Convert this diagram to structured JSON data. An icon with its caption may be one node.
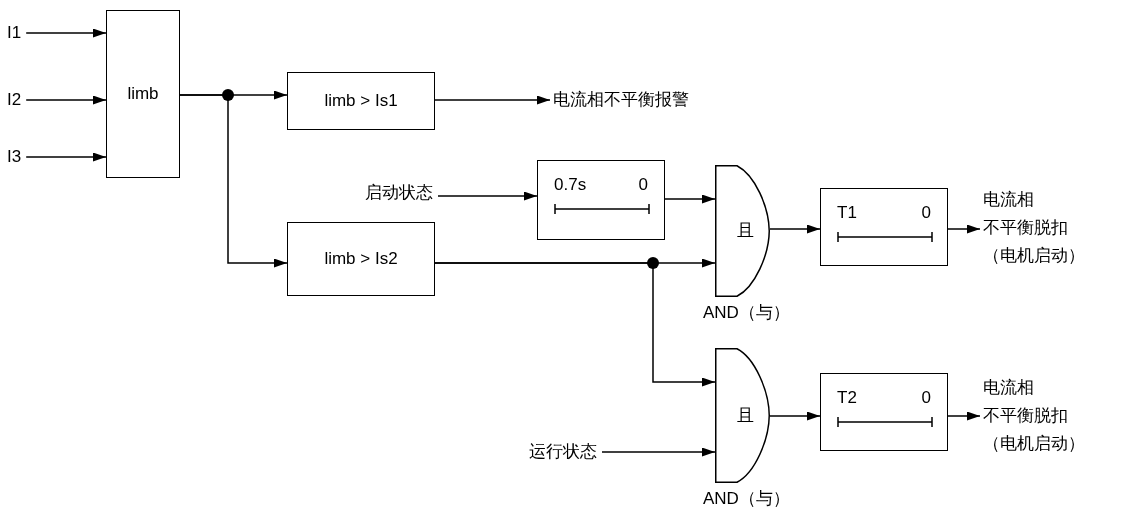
{
  "diagram": {
    "nodes": [
      {
        "text": [
          "I1"
        ]
      },
      {
        "text": [
          "I2"
        ]
      },
      {
        "text": [
          "I3"
        ]
      },
      {
        "text": [
          "limb"
        ]
      },
      {
        "text": [
          "limb > Is1"
        ]
      },
      {
        "text": [
          "电流相不平衡报警"
        ]
      },
      {
        "text": [
          "启动状态"
        ]
      },
      {
        "text": [
          "0.7s",
          "0"
        ]
      },
      {
        "text": [
          "limb > Is2"
        ]
      },
      {
        "text": [
          "且"
        ],
        "beside": [
          "AND（与）"
        ]
      },
      {
        "text": [
          "T1",
          "0"
        ]
      },
      {
        "text": [
          "电流相不平衡脱扣（电机启动）"
        ]
      },
      {
        "text": [
          "运行状态"
        ]
      },
      {
        "text": [
          "且"
        ],
        "beside": [
          "AND（与）"
        ]
      },
      {
        "text": [
          "T2",
          "0"
        ]
      },
      {
        "text": [
          "电流相不平衡脱扣（电机启动）"
        ]
      }
    ],
    "edges": [
      {
        "from": 0,
        "to": 3,
        "arrow": "to"
      },
      {
        "from": 1,
        "to": 3,
        "arrow": "to"
      },
      {
        "from": 2,
        "to": 3,
        "arrow": "to"
      },
      {
        "from": 3,
        "to": 4,
        "arrow": "to"
      },
      {
        "from": 3,
        "to": 8,
        "arrow": "to"
      },
      {
        "from": 4,
        "to": 5,
        "arrow": "to"
      },
      {
        "from": 6,
        "to": 7,
        "arrow": "to"
      },
      {
        "from": 7,
        "to": 9,
        "arrow": "to"
      },
      {
        "from": 8,
        "to": 9,
        "arrow": "to"
      },
      {
        "from": 8,
        "to": 13,
        "arrow": "to"
      },
      {
        "from": 9,
        "to": 10,
        "arrow": "to"
      },
      {
        "from": 10,
        "to": 11,
        "arrow": "to"
      },
      {
        "from": 12,
        "to": 13,
        "arrow": "to"
      },
      {
        "from": 13,
        "to": 14,
        "arrow": "to"
      },
      {
        "from": 14,
        "to": 15,
        "arrow": "to"
      }
    ]
  }
}
